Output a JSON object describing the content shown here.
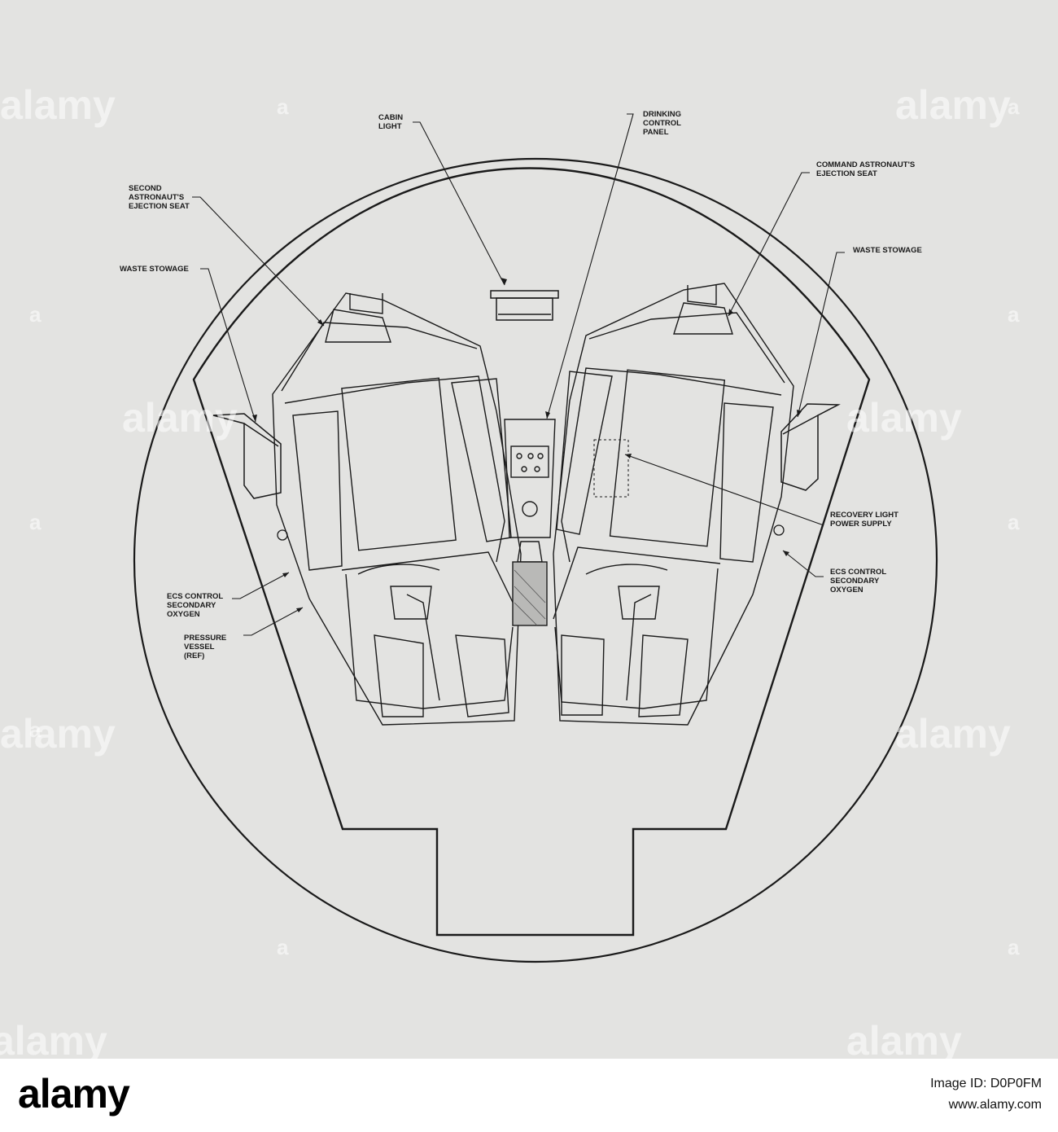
{
  "labels": {
    "cabin_light": [
      "CABIN",
      "LIGHT"
    ],
    "drinking_control_panel": [
      "DRINKING",
      "CONTROL",
      "PANEL"
    ],
    "command_seat": [
      "COMMAND ASTRONAUT'S",
      "EJECTION SEAT"
    ],
    "second_seat": [
      "SECOND",
      "ASTRONAUT'S",
      "EJECTION SEAT"
    ],
    "waste_stowage_left": [
      "WASTE STOWAGE"
    ],
    "waste_stowage_right": [
      "WASTE STOWAGE"
    ],
    "recovery_light": [
      "RECOVERY LIGHT",
      "POWER SUPPLY"
    ],
    "ecs_left": [
      "ECS CONTROL",
      "SECONDARY",
      "OXYGEN"
    ],
    "ecs_right": [
      "ECS CONTROL",
      "SECONDARY",
      "OXYGEN"
    ],
    "pressure_vessel": [
      "PRESSURE",
      "VESSEL",
      "(REF)"
    ]
  },
  "watermark": {
    "text": "alamy",
    "small_mark": "a"
  },
  "footer": {
    "brand": "alamy",
    "line1": "Image ID: D0P0FM",
    "line2": "www.alamy.com"
  },
  "colors": {
    "background": "#e3e3e1",
    "ink": "#1a1a1a",
    "footer_bg": "#ffffff"
  }
}
